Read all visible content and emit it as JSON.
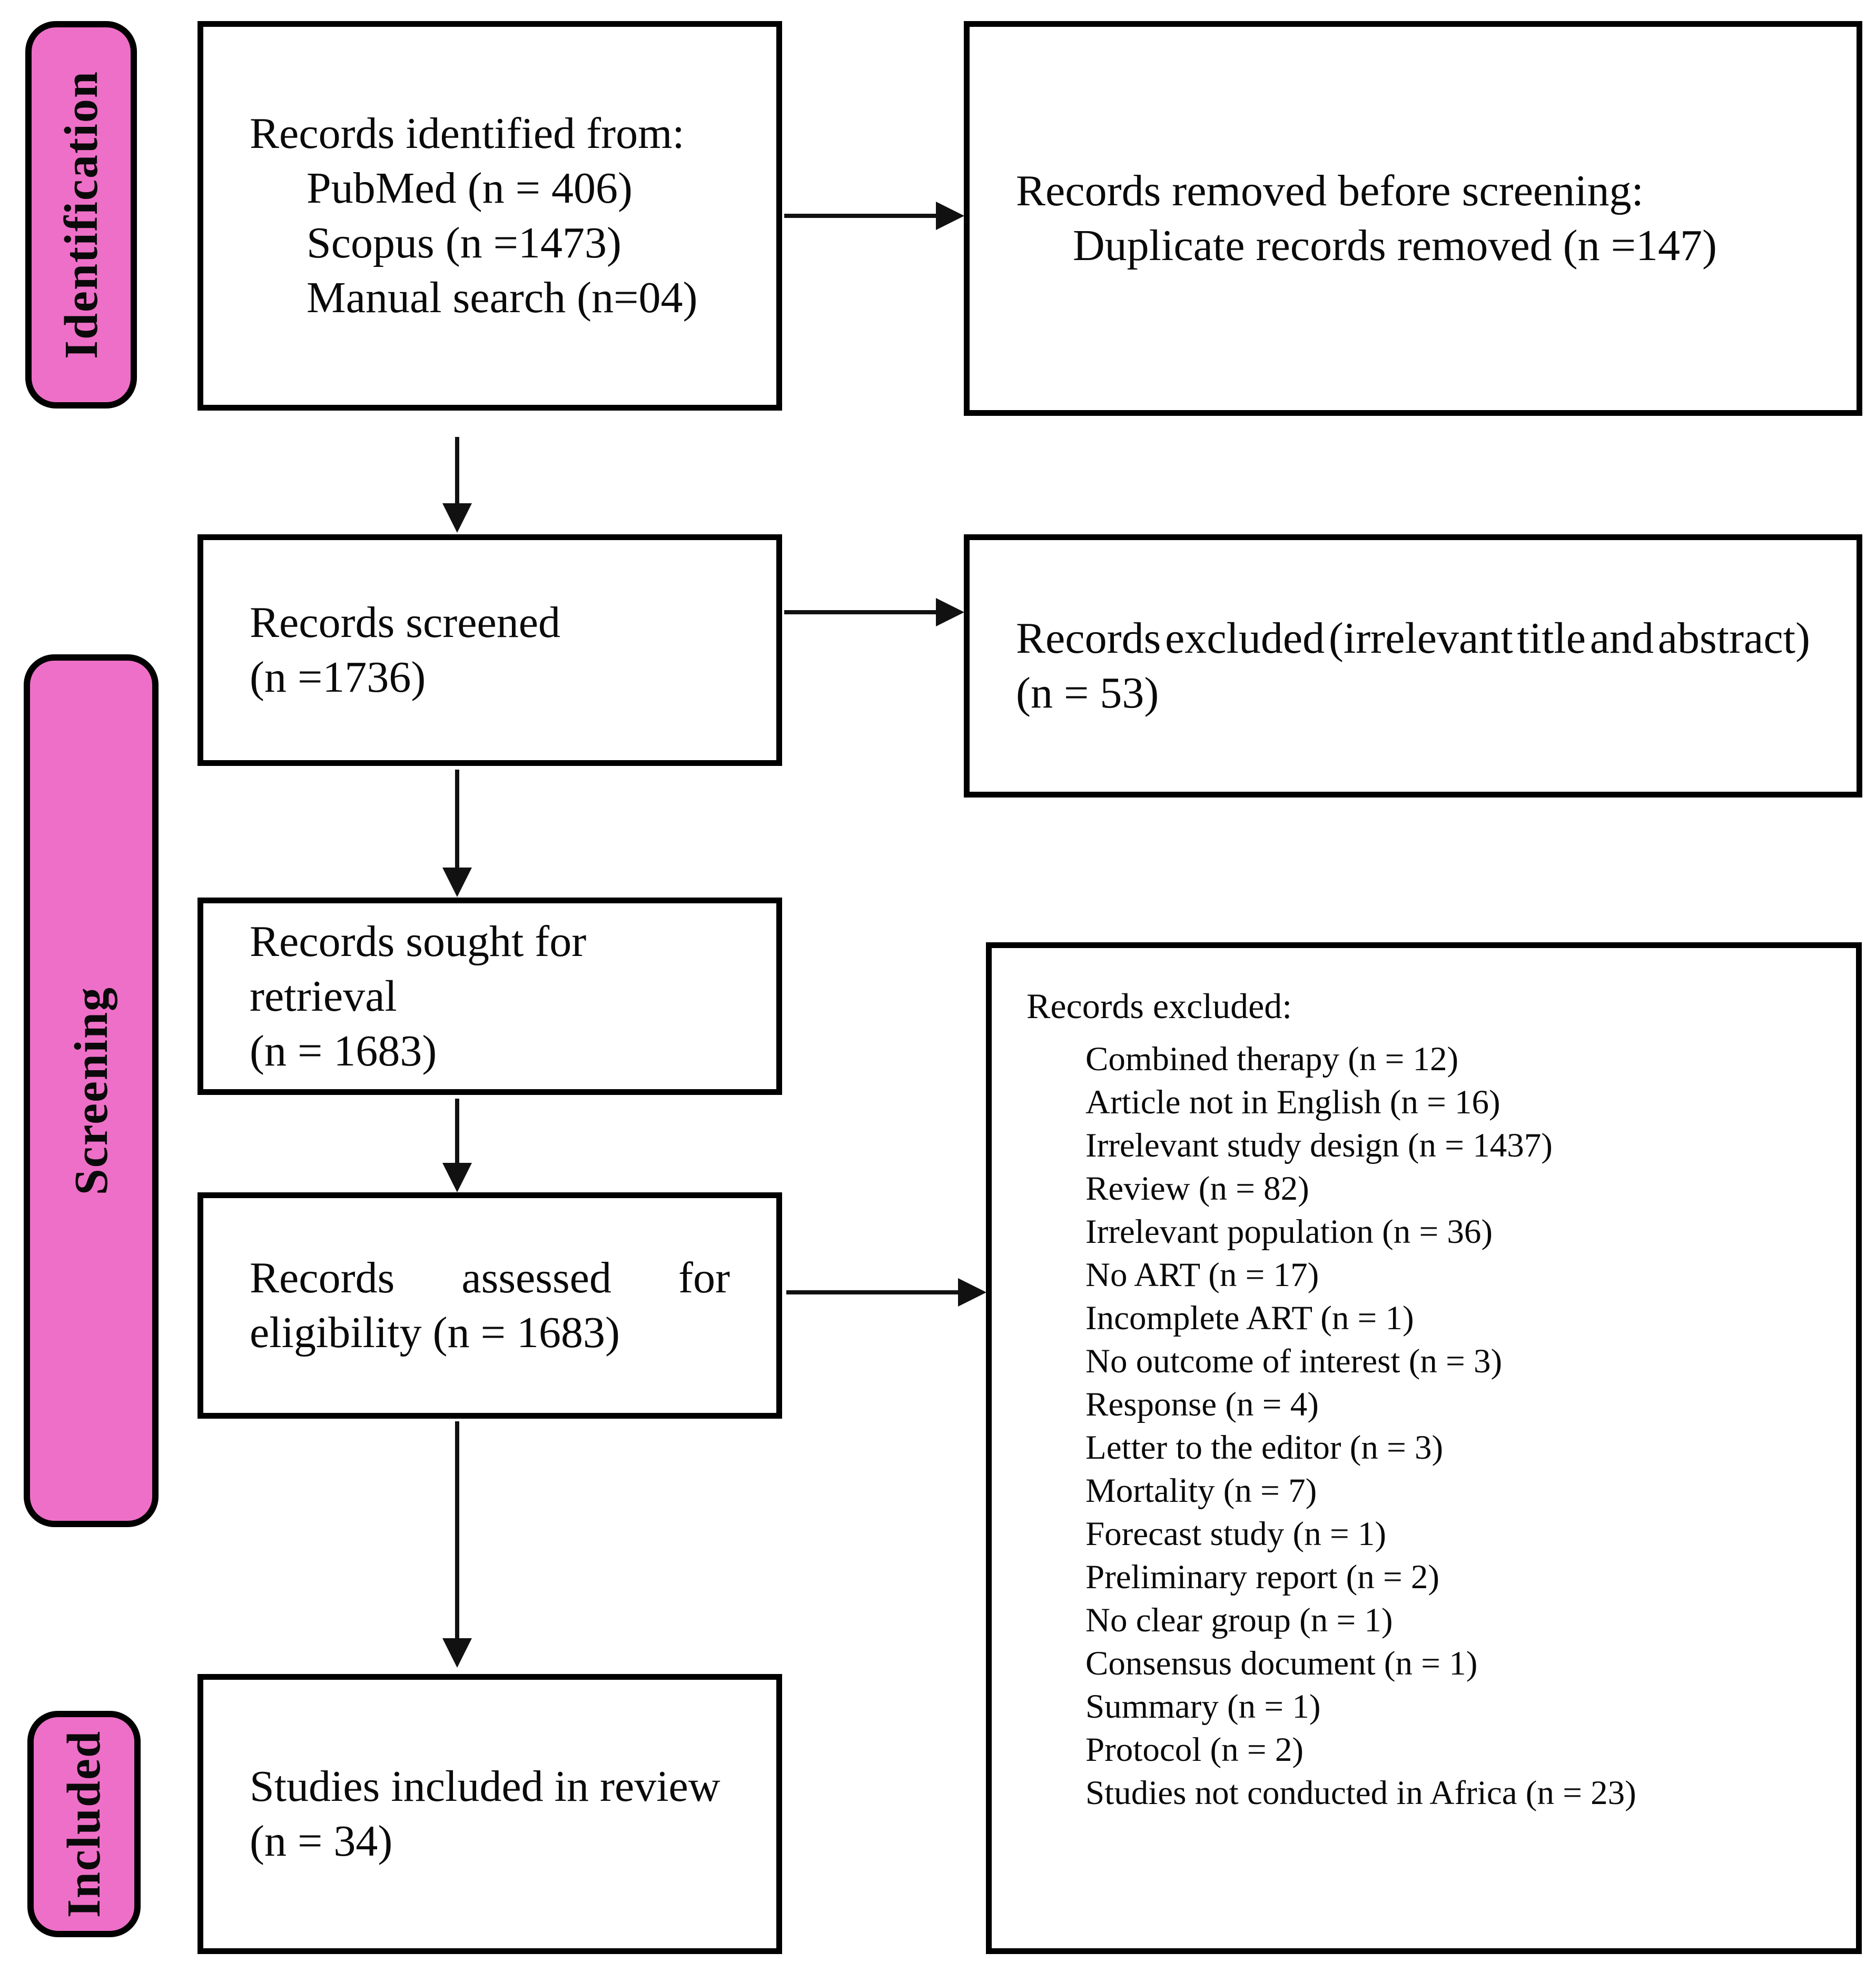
{
  "colors": {
    "stage_pink": "#ee6fc7",
    "line_black": "#111111"
  },
  "stages": [
    {
      "label": "Identification"
    },
    {
      "label": "Screening"
    },
    {
      "label": "Included"
    }
  ],
  "boxes": {
    "identified": {
      "title": "Records identified from:",
      "items": [
        "PubMed (n = 406)",
        "Scopus (n =1473)",
        "Manual search (n=04)"
      ]
    },
    "removed": {
      "line1": "Records removed before screening:",
      "line2": "Duplicate records removed (n =147)"
    },
    "screened": {
      "line1": "Records screened",
      "line2": "(n =1736)"
    },
    "excluded_screening": {
      "words": [
        "Records",
        "excluded",
        "(irrelevant",
        "title",
        "and",
        "abstract)"
      ],
      "line2": "(n = 53)"
    },
    "sought": {
      "line1": "Records sought for retrieval",
      "line2": "(n = 1683)"
    },
    "assessed": {
      "words": [
        "Records",
        "assessed",
        "for"
      ],
      "line2": "eligibility (n = 1683)"
    },
    "excluded_full": {
      "title": "Records excluded:",
      "items": [
        "Combined therapy (n = 12)",
        "Article not in English (n = 16)",
        "Irrelevant study design (n = 1437)",
        "Review (n = 82)",
        "Irrelevant population (n = 36)",
        "No ART (n = 17)",
        "Incomplete ART (n = 1)",
        "No outcome of interest (n = 3)",
        "Response (n = 4)",
        "Letter to the editor (n = 3)",
        "Mortality (n = 7)",
        "Forecast study (n = 1)",
        "Preliminary report (n = 2)",
        "No clear group (n = 1)",
        "Consensus document (n = 1)",
        "Summary (n = 1)",
        "Protocol (n = 2)",
        "Studies not conducted in Africa (n = 23)"
      ]
    },
    "included": {
      "line1": "Studies included in review",
      "line2": "(n = 34)"
    }
  }
}
